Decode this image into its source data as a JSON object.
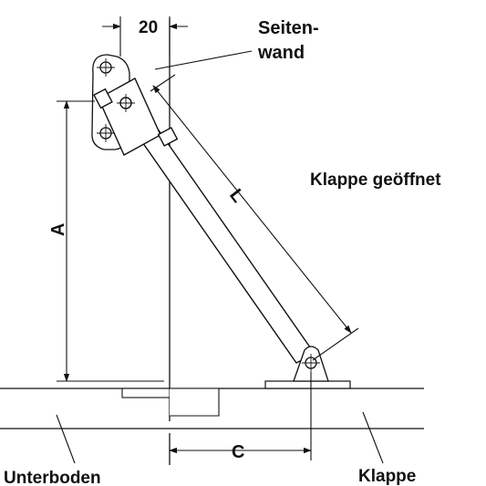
{
  "labels": {
    "dim_top": "20",
    "seitenwand_line1": "Seiten-",
    "seitenwand_line2": "wand",
    "klappe_geoeffnet": "Klappe geöffnet",
    "dim_l": "L",
    "dim_a": "A",
    "dim_c": "C",
    "unterboden": "Unterboden",
    "klappe": "Klappe"
  },
  "colors": {
    "line": "#111111",
    "part_fill": "#ffffff",
    "background": "#ffffff"
  }
}
